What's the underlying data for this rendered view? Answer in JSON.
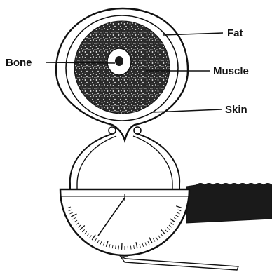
{
  "labels": {
    "fat": "Fat",
    "bone": "Bone",
    "muscle": "Muscle",
    "skin": "Skin"
  },
  "colors": {
    "ink": "#111111",
    "muscle_fill": "#2a2a2a",
    "handle_fill": "#1a1a1a",
    "background": "#ffffff"
  },
  "icons": {
    "caliper": "skinfold-caliper-icon"
  }
}
